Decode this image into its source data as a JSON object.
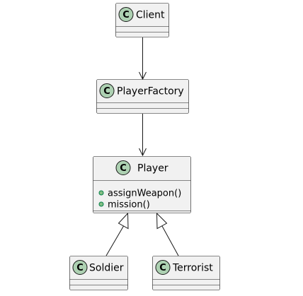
{
  "colors": {
    "box_fill": "#F1F1F1",
    "box_stroke": "#181818",
    "class_circle_fill": "#ADD1B2",
    "public_method_marker": "#84BE84",
    "arrow": "#181818"
  },
  "classes": {
    "client": {
      "icon": "class-c-icon",
      "stereotype_letter": "C",
      "name": "Client"
    },
    "player_factory": {
      "icon": "class-c-icon",
      "stereotype_letter": "C",
      "name": "PlayerFactory"
    },
    "player": {
      "icon": "class-c-icon",
      "stereotype_letter": "C",
      "name": "Player",
      "methods": [
        "assignWeapon()",
        "mission()"
      ]
    },
    "soldier": {
      "icon": "class-c-icon",
      "stereotype_letter": "C",
      "name": "Soldier"
    },
    "terrorist": {
      "icon": "class-c-icon",
      "stereotype_letter": "C",
      "name": "Terrorist"
    }
  },
  "relations": [
    {
      "from": "Client",
      "to": "PlayerFactory",
      "kind": "association-arrow"
    },
    {
      "from": "PlayerFactory",
      "to": "Player",
      "kind": "association-arrow"
    },
    {
      "from": "Soldier",
      "to": "Player",
      "kind": "generalization"
    },
    {
      "from": "Terrorist",
      "to": "Player",
      "kind": "generalization"
    }
  ]
}
